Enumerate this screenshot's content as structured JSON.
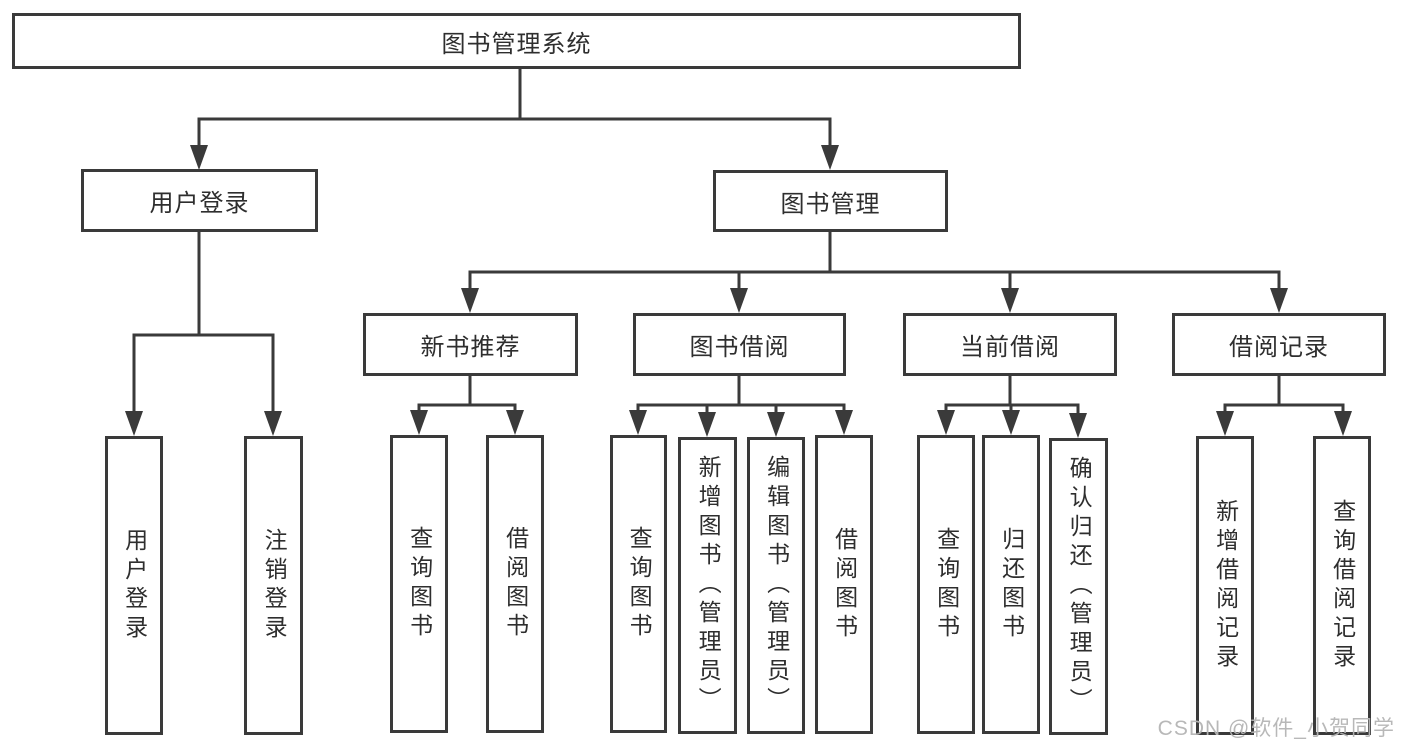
{
  "diagram_title": "图书管理系统",
  "nodes": {
    "root": "图书管理系统",
    "user_login": "用户登录",
    "book_mgmt": "图书管理",
    "new_books": "新书推荐",
    "book_borrow": "图书借阅",
    "current_borrow": "当前借阅",
    "borrow_records": "借阅记录",
    "ul_login": "用户登录",
    "ul_logout": "注销登录",
    "nb_query": "查询图书",
    "nb_borrow": "借阅图书",
    "bb_query": "查询图书",
    "bb_add": "新增图书（管理员）",
    "bb_edit": "编辑图书（管理员）",
    "bb_borrow": "借阅图书",
    "cb_query": "查询图书",
    "cb_return": "归还图书",
    "cb_confirm": "确认归还（管理员）",
    "br_add": "新增借阅记录",
    "br_query": "查询借阅记录"
  },
  "hierarchy": {
    "图书管理系统": [
      "用户登录",
      "图书管理"
    ],
    "用户登录": [
      "用户登录",
      "注销登录"
    ],
    "图书管理": [
      "新书推荐",
      "图书借阅",
      "当前借阅",
      "借阅记录"
    ],
    "新书推荐": [
      "查询图书",
      "借阅图书"
    ],
    "图书借阅": [
      "查询图书",
      "新增图书（管理员）",
      "编辑图书（管理员）",
      "借阅图书"
    ],
    "当前借阅": [
      "查询图书",
      "归还图书",
      "确认归还（管理员）"
    ],
    "借阅记录": [
      "新增借阅记录",
      "查询借阅记录"
    ]
  },
  "watermark": {
    "text": "CSDN @软件_小贺同学"
  },
  "colors": {
    "line": "#3a3a3a",
    "text": "#2e2e2e",
    "box_fill": "#ffffff",
    "background": "#ffffff",
    "watermark": "#b5b5b5"
  }
}
